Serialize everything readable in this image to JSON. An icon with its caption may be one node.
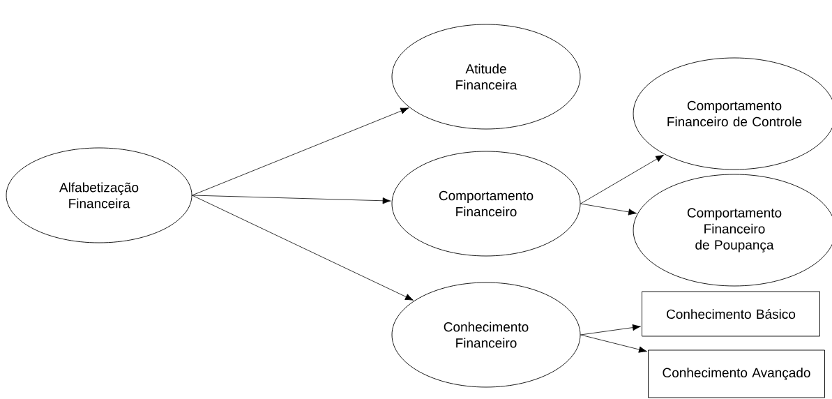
{
  "diagram": {
    "nodes": [
      {
        "text": [
          "Alfabetização Financeira"
        ]
      },
      {
        "text": [
          "Atitude Financeira"
        ]
      },
      {
        "text": [
          "Comportamento Financeiro"
        ]
      },
      {
        "text": [
          "Conhecimento Financeiro"
        ]
      },
      {
        "text": [
          "Comportamento Financeiro de Controle"
        ]
      },
      {
        "text": [
          "Comportamento Financeiro de Poupança"
        ]
      },
      {
        "text": [
          "Conhecimento Básico"
        ]
      },
      {
        "text": [
          "Conhecimento Avançado"
        ]
      }
    ],
    "edges": [
      {
        "from": 0,
        "to": 1,
        "arrow": "to"
      },
      {
        "from": 0,
        "to": 2,
        "arrow": "to"
      },
      {
        "from": 0,
        "to": 3,
        "arrow": "to"
      },
      {
        "from": 2,
        "to": 4,
        "arrow": "to"
      },
      {
        "from": 2,
        "to": 5,
        "arrow": "to"
      },
      {
        "from": 3,
        "to": 6,
        "arrow": "to"
      },
      {
        "from": 3,
        "to": 7,
        "arrow": "to"
      }
    ]
  }
}
